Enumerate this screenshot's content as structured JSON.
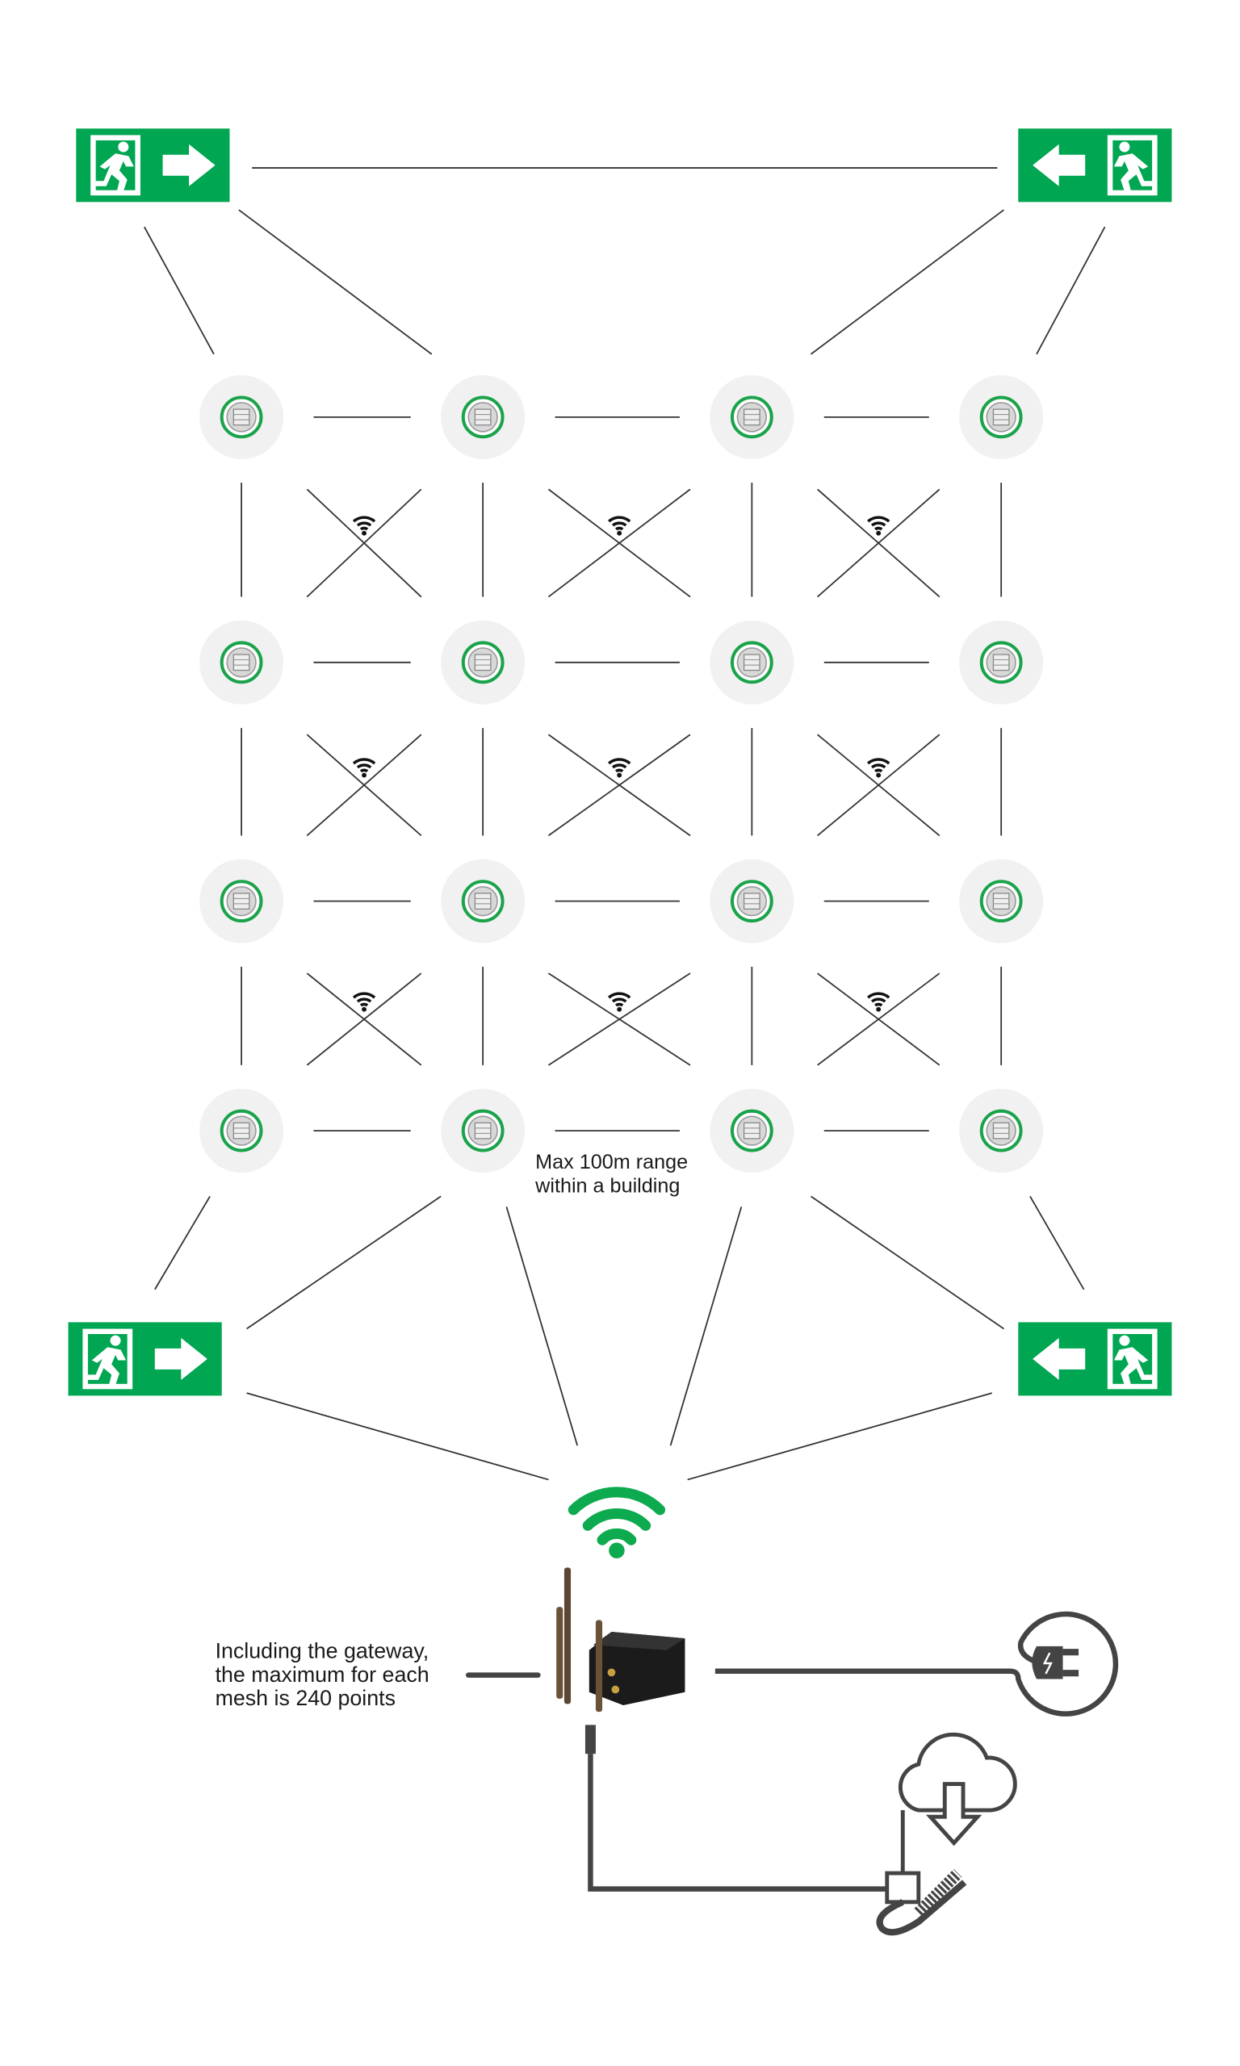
{
  "labels": {
    "range_line1": "Max 100m range",
    "range_line2": "within a building",
    "gateway_line1": "Including the gateway,",
    "gateway_line2": "the maximum for each",
    "gateway_line3": "mesh is 240 points"
  },
  "colors": {
    "exit_green": "#00A651",
    "wifi_green": "#0DAA4F",
    "line": "#333333",
    "cable": "#444444"
  },
  "icons": [
    "exit-sign-icon",
    "emergency-light-icon",
    "wifi-icon",
    "gateway-router-icon",
    "power-plug-icon",
    "cloud-download-icon",
    "ethernet-cable-icon"
  ]
}
